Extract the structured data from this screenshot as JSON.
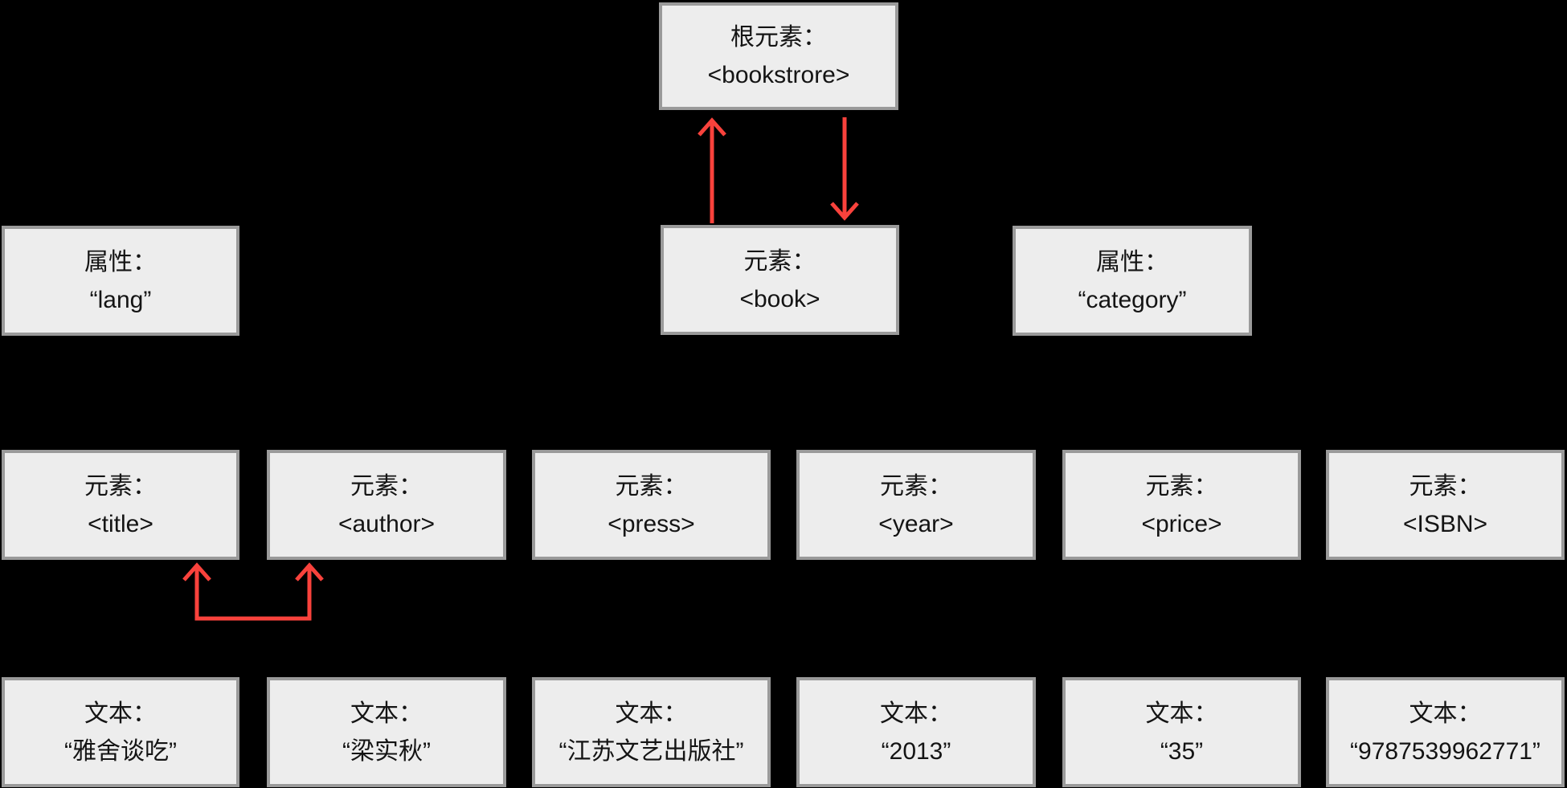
{
  "diagram": {
    "title": "XML document tree (bookstore example)",
    "colors": {
      "background": "#000000",
      "box_fill": "#ededed",
      "box_border": "#9a9a9a",
      "text": "#141414",
      "arrow_red": "#f9423c"
    },
    "nodes": {
      "root": {
        "label": "根元素：",
        "value": "<bookstrore>"
      },
      "attr_lang": {
        "label": "属性：",
        "value": "“lang”"
      },
      "book": {
        "label": "元素：",
        "value": "<book>"
      },
      "attr_category": {
        "label": "属性：",
        "value": "“category”"
      },
      "title": {
        "label": "元素：",
        "value": "<title>"
      },
      "author": {
        "label": "元素：",
        "value": "<author>"
      },
      "press": {
        "label": "元素：",
        "value": "<press>"
      },
      "year": {
        "label": "元素：",
        "value": "<year>"
      },
      "price": {
        "label": "元素：",
        "value": "<price>"
      },
      "isbn": {
        "label": "元素：",
        "value": "<ISBN>"
      },
      "text_title": {
        "label": "文本：",
        "value": "“雅舍谈吃”"
      },
      "text_author": {
        "label": "文本：",
        "value": "“梁实秋”"
      },
      "text_press": {
        "label": "文本：",
        "value": "“江苏文艺出版社”"
      },
      "text_year": {
        "label": "文本：",
        "value": "“2013”"
      },
      "text_price": {
        "label": "文本：",
        "value": "“35”"
      },
      "text_isbn": {
        "label": "文本：",
        "value": "“9787539962771”"
      }
    }
  }
}
